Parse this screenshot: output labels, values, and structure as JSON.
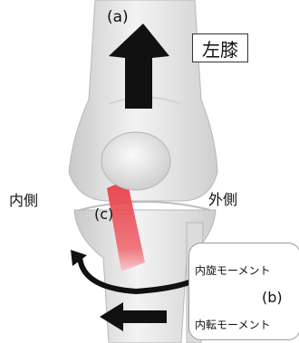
{
  "title": "左膝",
  "labels": {
    "a": "(a)",
    "b": "(b)",
    "c": "(c)",
    "medial": "内側",
    "lateral": "外側",
    "internal_rotation": "内旋モーメント",
    "adduction": "内転モーメント"
  },
  "colors": {
    "arrow": "#111111",
    "ligament": "#e8323c",
    "bone": "#e9e9e9"
  }
}
